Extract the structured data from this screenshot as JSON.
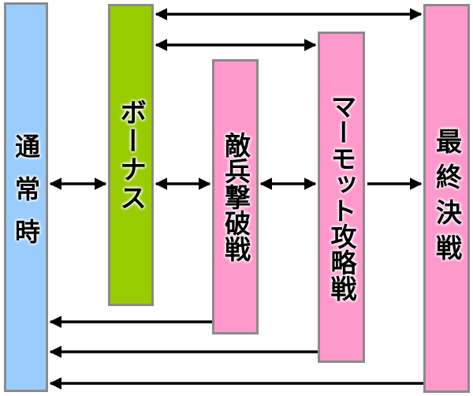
{
  "boxes": {
    "normal": {
      "label": "通常時",
      "color": "#99ccff"
    },
    "bonus": {
      "label": "ボーナス",
      "color": "#99cc00"
    },
    "enemy": {
      "label": "敵兵撃破戦",
      "color": "#ff99cc"
    },
    "marmot": {
      "label": "マーモット攻略戦",
      "color": "#ff99cc"
    },
    "final": {
      "label": "最終決戦",
      "color": "#ff99cc"
    }
  },
  "connections": [
    {
      "from": "normal",
      "to": "bonus",
      "type": "bidirectional"
    },
    {
      "from": "bonus",
      "to": "enemy",
      "type": "bidirectional"
    },
    {
      "from": "enemy",
      "to": "marmot",
      "type": "bidirectional"
    },
    {
      "from": "marmot",
      "to": "final",
      "type": "one-way"
    },
    {
      "from": "bonus",
      "to": "final",
      "type": "bidirectional"
    },
    {
      "from": "bonus",
      "to": "marmot",
      "type": "bidirectional"
    },
    {
      "from": "enemy",
      "to": "normal",
      "type": "one-way"
    },
    {
      "from": "marmot",
      "to": "normal",
      "type": "one-way"
    },
    {
      "from": "final",
      "to": "normal",
      "type": "one-way"
    }
  ]
}
